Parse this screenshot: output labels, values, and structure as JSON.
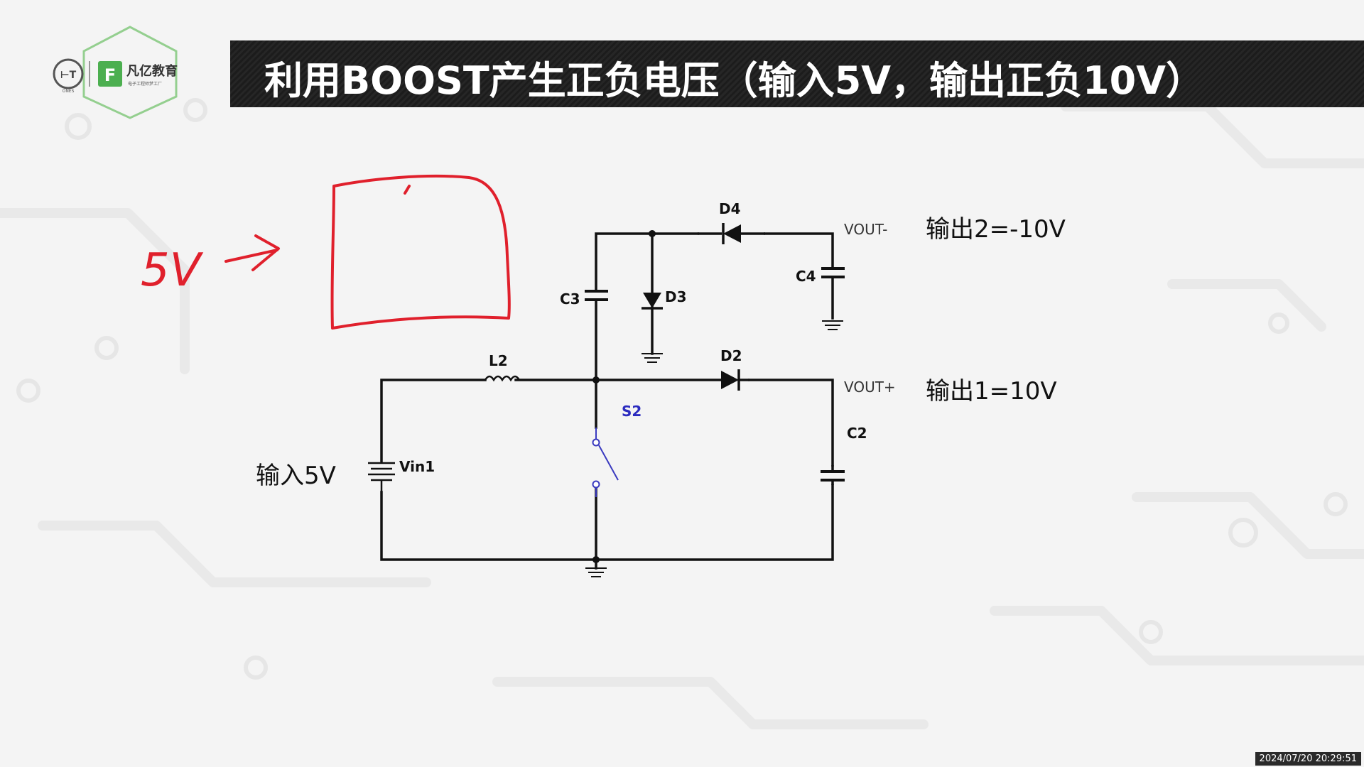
{
  "header": {
    "title": "利用BOOST产生正负电压（输入5V，输出正负10V）"
  },
  "logo": {
    "brand_text": "凡亿教育",
    "sub_text": "电子工程师梦工厂",
    "mark_text": "ONES"
  },
  "schematic": {
    "components": {
      "inductor": "L2",
      "diode_d4": "D4",
      "diode_d3": "D3",
      "diode_d2": "D2",
      "cap_c3": "C3",
      "cap_c4": "C4",
      "cap_c2": "C2",
      "switch": "S2",
      "source": "Vin1"
    },
    "nets": {
      "vout_neg": "VOUT-",
      "vout_pos": "VOUT+"
    }
  },
  "annotations": {
    "output2": "输出2=-10V",
    "output1": "输出1=10V",
    "input": "输入5V",
    "handwriting": "5V"
  },
  "colors": {
    "title_bar": "#1c1c1c",
    "wire": "#111111",
    "switch_label": "#2b2bbf",
    "handwriting": "#e0202c",
    "logo_green": "#4caf50"
  },
  "timestamp": "2024/07/20 20:29:51"
}
